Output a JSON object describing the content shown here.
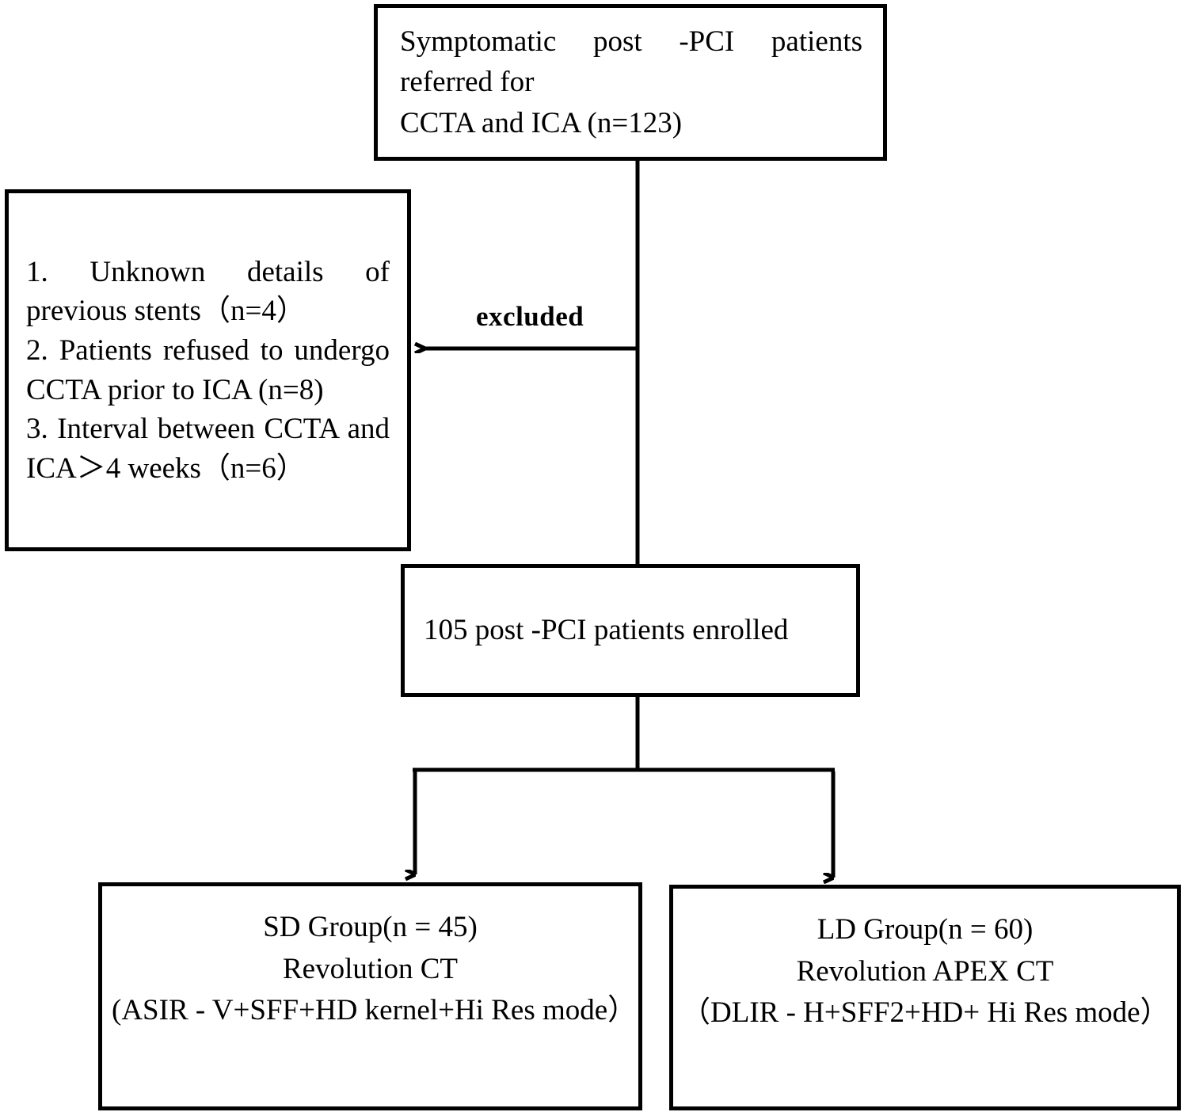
{
  "diagram": {
    "title": "Study flow diagram",
    "type": "flowchart",
    "stroke_color": "#000000",
    "background_color": "#ffffff"
  },
  "nodes": {
    "referred": {
      "line1": "Symptomatic post -PCI patients referred for",
      "line2": "CCTA  and  ICA (n=123)"
    },
    "exclusion": {
      "criteria": [
        "1. Unknown details of previous stents（n=4）",
        "2. Patients refused to undergo CCTA prior to ICA (n=8)",
        "3. Interval between CCTA and ICA＞4 weeks（n=6）"
      ]
    },
    "enrolled": {
      "text": "105   post -PCI patients enrolled"
    },
    "sd_group": {
      "line1": "SD Group(n = 45)",
      "line2": "Revolution CT",
      "line3": "(ASIR - V+SFF+HD kernel+Hi Res mode）"
    },
    "ld_group": {
      "line1": "LD Group(n = 60)",
      "line2": "Revolution APEX CT",
      "line3": "（DLIR - H+SFF2+HD+ Hi Res mode）"
    }
  },
  "edges": {
    "excluded_label": "excluded"
  }
}
